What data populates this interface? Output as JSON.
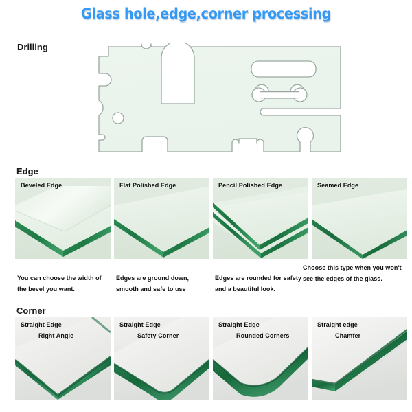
{
  "title": "Glass hole,edge,corner processing",
  "accent_color": "#3399f5",
  "glass_face_color": "#eef5ee",
  "glass_edge_color": "#1d7a4a",
  "sections": {
    "drilling": {
      "heading": "Drilling",
      "diagram_name": "drilled-glass-panel"
    },
    "edge": {
      "heading": "Edge",
      "cards": [
        {
          "label": "Beveled Edge",
          "caption": "You can choose the width of the bevel you want.",
          "icon": "beveled-edge-illustration"
        },
        {
          "label": "Flat Polished Edge",
          "caption": "Edges are ground down, smooth and safe to use",
          "icon": "flat-polished-edge-illustration"
        },
        {
          "label": "Pencil Polished Edge",
          "caption": "Edges are rounded for safety and a beautiful look.",
          "icon": "pencil-polished-edge-illustration"
        },
        {
          "label": "Seamed Edge",
          "caption": "Choose this type when you won't see the edges of the glass.",
          "icon": "seamed-edge-illustration"
        }
      ]
    },
    "corner": {
      "heading": "Corner",
      "cards": [
        {
          "label": "Straight Edge",
          "label2": "Right Angle",
          "icon": "right-angle-corner-illustration"
        },
        {
          "label": "Straight Edge",
          "label2": "Safety Corner",
          "icon": "safety-corner-illustration"
        },
        {
          "label": "Straight Edge",
          "label2": "Rounded Corners",
          "icon": "rounded-corners-illustration"
        },
        {
          "label": "Straight edge",
          "label2": "Chamfer",
          "icon": "chamfer-corner-illustration"
        }
      ]
    }
  }
}
